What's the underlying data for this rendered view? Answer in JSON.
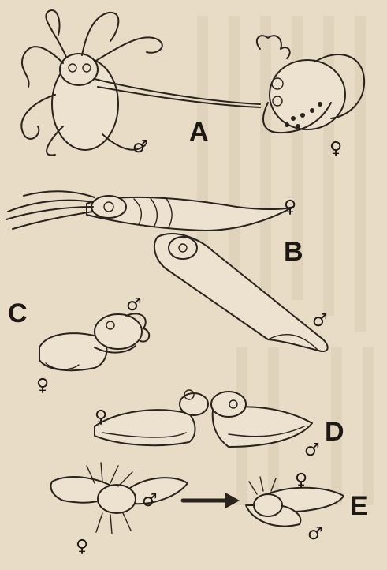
{
  "panels": [
    {
      "id": "A",
      "label": "A",
      "male": "♂",
      "female": "♀"
    },
    {
      "id": "B",
      "label": "B",
      "male": "♂",
      "female": "♀"
    },
    {
      "id": "C",
      "label": "C",
      "male": "♂",
      "female": "♀"
    },
    {
      "id": "D",
      "label": "D",
      "male": "♂",
      "female": "♀"
    },
    {
      "id": "E",
      "label": "E",
      "male": "♂",
      "female": "♀"
    }
  ],
  "colors": {
    "paper": "#e8dcc6",
    "ink": "#2a221c"
  }
}
